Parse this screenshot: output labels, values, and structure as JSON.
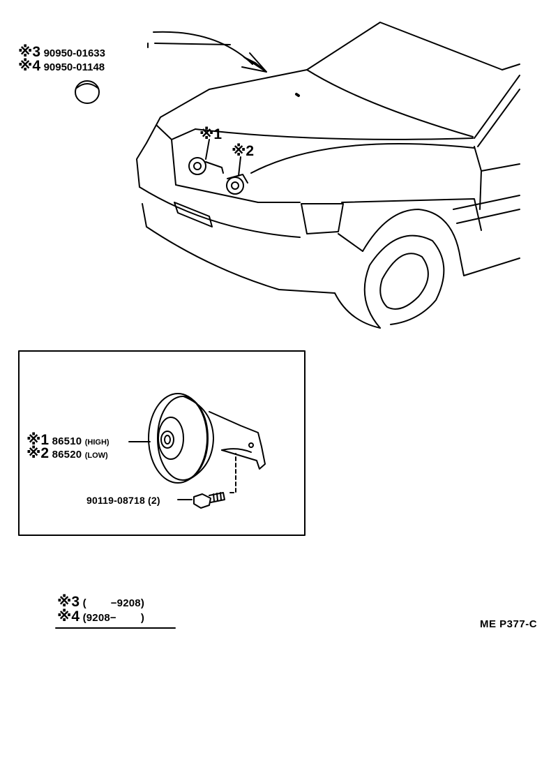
{
  "callouts": {
    "c3": {
      "mark": "※3",
      "part": "90950-01633"
    },
    "c4": {
      "mark": "※4",
      "part": "90950-01148"
    },
    "c1": "※1",
    "c2": "※2"
  },
  "detail": {
    "l1": {
      "mark": "※1",
      "part": "86510",
      "note": "(HIGH)"
    },
    "l2": {
      "mark": "※2",
      "part": "86520",
      "note": "(LOW)"
    },
    "bolt": "90119-08718 (2)"
  },
  "footnote": {
    "r3": {
      "mark": "※3",
      "range": "(        −9208)"
    },
    "r4": {
      "mark": "※4",
      "range": "(9208−        )"
    }
  },
  "diagram_code": "ME P377-C"
}
